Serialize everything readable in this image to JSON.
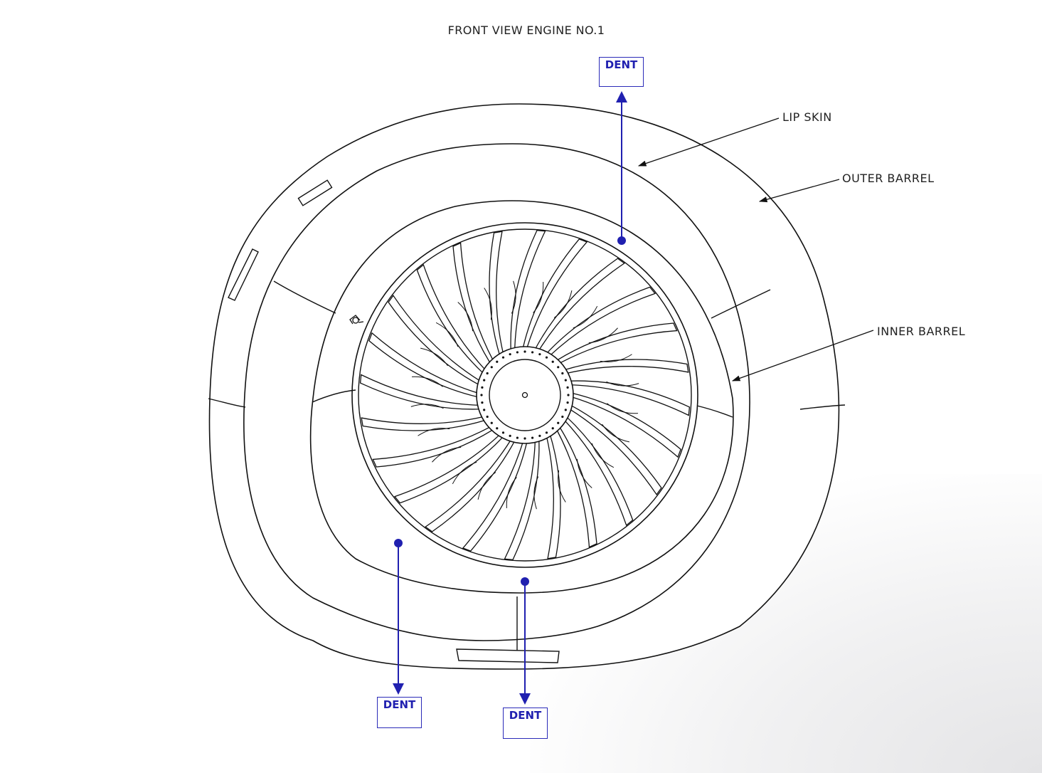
{
  "title": "FRONT VIEW ENGINE NO.1",
  "callouts": {
    "lip_skin": "LIP SKIN",
    "outer_barrel": "OUTER BARREL",
    "inner_barrel": "INNER BARREL"
  },
  "damage_markers": [
    {
      "label": "DENT"
    },
    {
      "label": "DENT"
    },
    {
      "label": "DENT"
    }
  ],
  "colors": {
    "line": "#111111",
    "marker": "#2020b0"
  },
  "fan": {
    "blade_count": 24,
    "spinner_bolt_count": 36
  }
}
